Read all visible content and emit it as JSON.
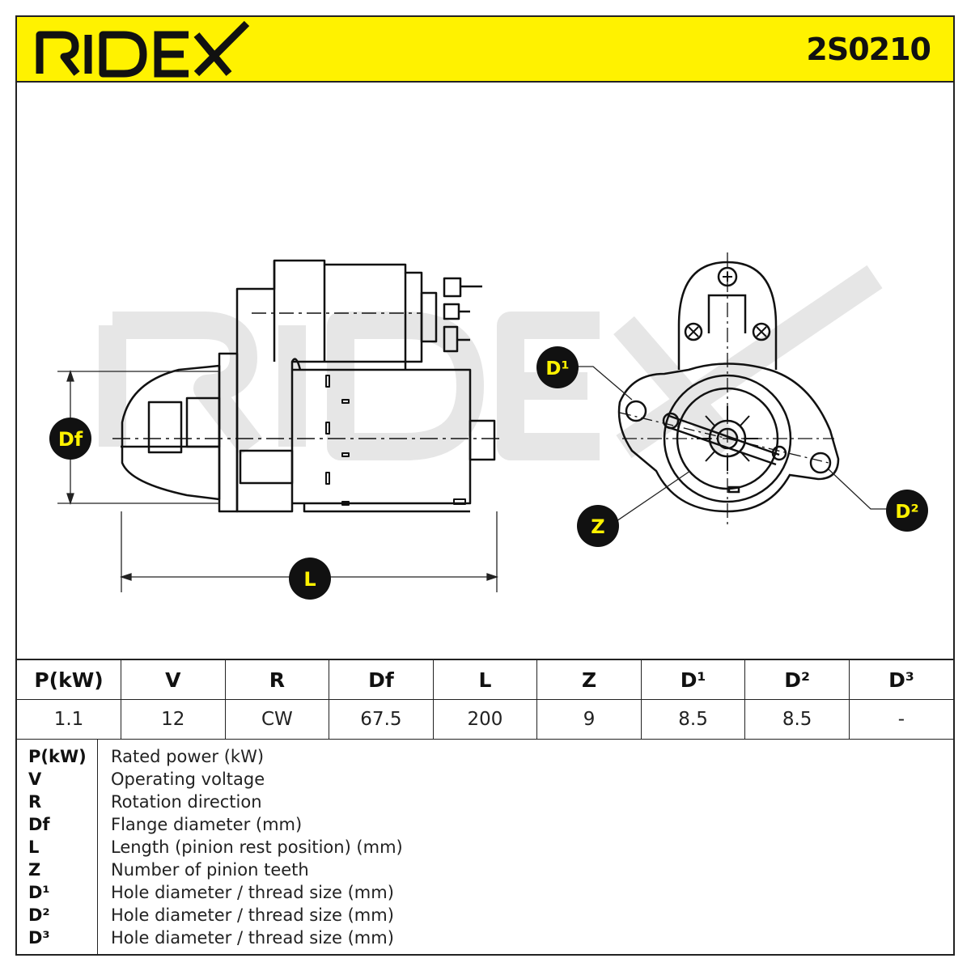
{
  "brand": "RIDEX",
  "part_number": "2S0210",
  "colors": {
    "header_bg": "#fff200",
    "badge_bg": "#111111",
    "badge_text": "#fff200",
    "watermark": "#e6e6e6"
  },
  "dimension_labels": {
    "df": "Df",
    "l": "L",
    "z": "Z",
    "d1": "D¹",
    "d2": "D²"
  },
  "spec_table": {
    "headers": [
      "P(kW)",
      "V",
      "R",
      "Df",
      "L",
      "Z",
      "D¹",
      "D²",
      "D³"
    ],
    "values": [
      "1.1",
      "12",
      "CW",
      "67.5",
      "200",
      "9",
      "8.5",
      "8.5",
      "-"
    ]
  },
  "legend": [
    {
      "key": "P(kW)",
      "desc": "Rated power (kW)"
    },
    {
      "key": "V",
      "desc": "Operating voltage"
    },
    {
      "key": "R",
      "desc": "Rotation direction"
    },
    {
      "key": "Df",
      "desc": "Flange diameter (mm)"
    },
    {
      "key": "L",
      "desc": "Length (pinion rest position) (mm)"
    },
    {
      "key": "Z",
      "desc": "Number of pinion teeth"
    },
    {
      "key": "D¹",
      "desc": "Hole diameter / thread size (mm)"
    },
    {
      "key": "D²",
      "desc": "Hole diameter / thread size (mm)"
    },
    {
      "key": "D³",
      "desc": "Hole diameter / thread size (mm)"
    }
  ]
}
